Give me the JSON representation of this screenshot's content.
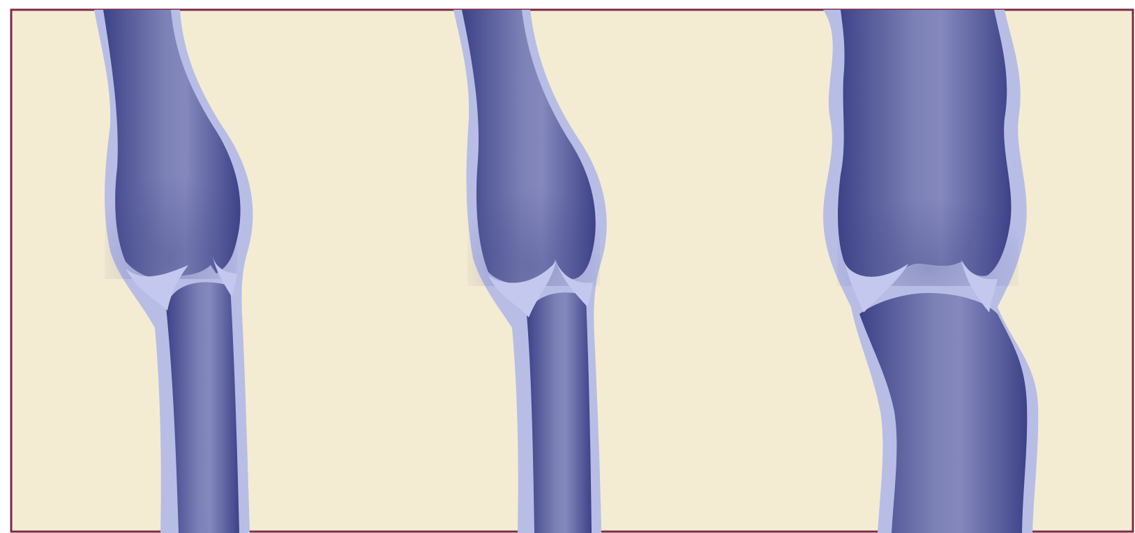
{
  "figure": {
    "panels": [
      {
        "id": "vein-1",
        "state": "healthy vein, valve cusps closed"
      },
      {
        "id": "vein-2",
        "state": "vein with valve cusps meeting"
      },
      {
        "id": "vein-3",
        "state": "dilated vein with valve cusps not meeting"
      }
    ]
  },
  "colors": {
    "background": "#f4ecd2",
    "frame": "#7a2b45",
    "vein_dark": "#3d4288",
    "vein_mid": "#6f74ad",
    "vein_light": "#8a8fc0",
    "vein_wall": "#b8bde6",
    "valve_tissue": "#c4c8ee"
  }
}
